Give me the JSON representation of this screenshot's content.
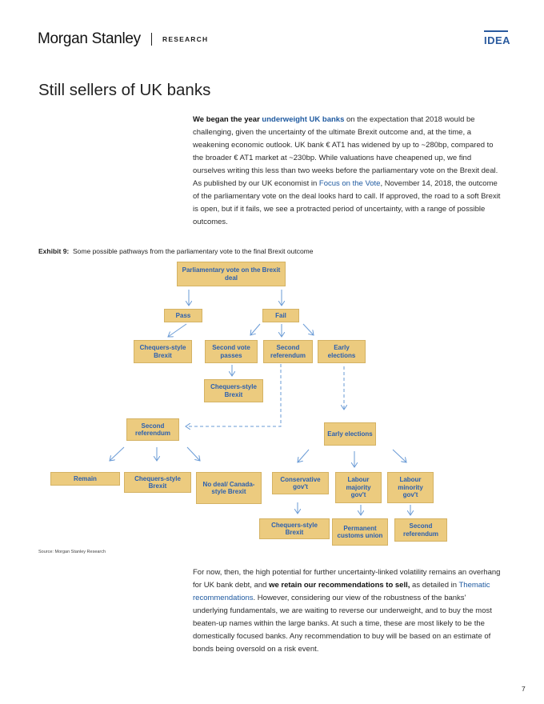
{
  "header": {
    "logo": "Morgan Stanley",
    "section": "RESEARCH",
    "badge": "IDEA"
  },
  "title": "Still sellers of UK banks",
  "intro": {
    "lead_bold": "We began the year ",
    "lead_link": "underweight UK banks",
    "text1": " on the expectation that 2018 would be challenging, given the uncertainty of the ultimate Brexit outcome and, at the time, a weakening economic outlook. UK bank € AT1 has widened by up to ~280bp, compared to the broader € AT1 market at ~230bp. While valuations have cheapened up, we find ourselves writing this less than two weeks before the parliamentary vote on the Brexit deal. As published by our UK economist in ",
    "link2": "Focus on the Vote",
    "text2": ", November 14, 2018, the outcome of the parliamentary vote on the deal looks hard to call. If approved, the road to a soft Brexit is open, but if it fails, we see a protracted period of uncertainty, with a range of possible outcomes."
  },
  "exhibit": {
    "label": "Exhibit 9:",
    "caption": "Some possible pathways from the parliamentary vote to the final Brexit outcome",
    "source": "Source: Morgan Stanley Research"
  },
  "flow": {
    "vote": "Parliamentary vote on the Brexit deal",
    "pass": "Pass",
    "fail": "Fail",
    "chequers1": "Chequers-style Brexit",
    "second_vote": "Second vote passes",
    "second_ref1": "Second referendum",
    "early1": "Early elections",
    "chequers2": "Chequers-style Brexit",
    "second_ref2": "Second referendum",
    "early2": "Early elections",
    "remain": "Remain",
    "chequers3": "Chequers-style Brexit",
    "nodeal": "No deal/ Canada-style Brexit",
    "conservative": "Conservative gov't",
    "labour_maj": "Labour majority gov't",
    "labour_min": "Labour minority gov't",
    "chequers4": "Chequers-style Brexit",
    "customs": "Permanent customs union",
    "second_ref3": "Second referendum"
  },
  "closing": {
    "text1": "For now, then, the high potential for further uncertainty-linked volatility remains an overhang for UK bank debt, and ",
    "bold": "we retain our recommendations to sell,",
    "text2": " as detailed in ",
    "link": "Thematic recommendations",
    "text3": ". However, considering our view of the robustness of the banks' underlying fundamentals, we are waiting to reverse our underweight, and to buy the most beaten-up names within the large banks. At such a time, these are most likely to be the domestically focused banks. Any recommendation to buy will be based on an estimate of bonds being oversold on a risk event."
  },
  "page_number": "7",
  "colors": {
    "box_fill": "#eccb7f",
    "box_text": "#2a5fb0",
    "arrow": "#6a9bd6",
    "link": "#1f5aa0"
  }
}
